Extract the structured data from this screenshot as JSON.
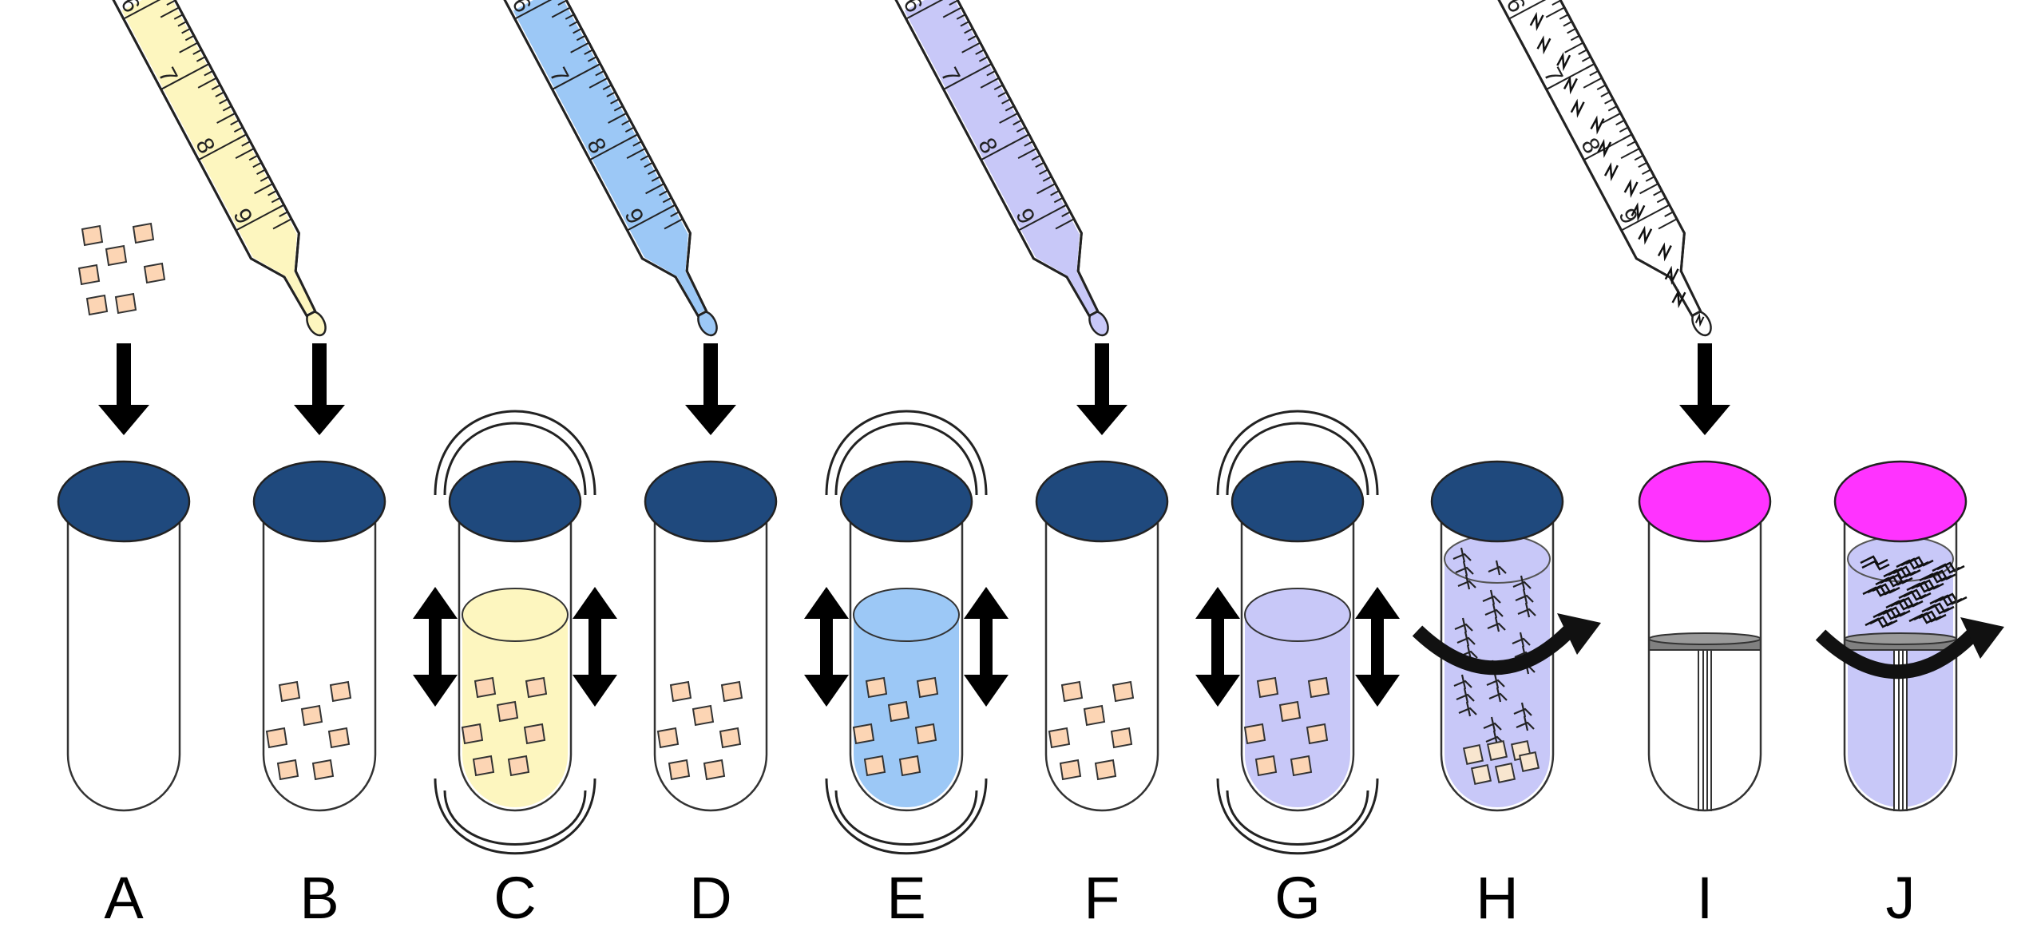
{
  "steps": [
    {
      "id": "A",
      "label": "A",
      "cap": "navy",
      "contents": "empty",
      "input": "pieces"
    },
    {
      "id": "B",
      "label": "B",
      "cap": "navy",
      "contents": "pieces",
      "input": "pipette",
      "pipette_color": "#fdf6bf"
    },
    {
      "id": "C",
      "label": "C",
      "cap": "navy",
      "contents": "liquid",
      "liquid_color": "#fdf6bf",
      "motion": "shake"
    },
    {
      "id": "D",
      "label": "D",
      "cap": "navy",
      "contents": "pieces",
      "input": "pipette",
      "pipette_color": "#9cc8f6"
    },
    {
      "id": "E",
      "label": "E",
      "cap": "navy",
      "contents": "liquid",
      "liquid_color": "#9cc8f6",
      "motion": "shake"
    },
    {
      "id": "F",
      "label": "F",
      "cap": "navy",
      "contents": "pieces",
      "input": "pipette",
      "pipette_color": "#c8c8f8"
    },
    {
      "id": "G",
      "label": "G",
      "cap": "navy",
      "contents": "liquid",
      "liquid_color": "#c8c8f8",
      "motion": "shake"
    },
    {
      "id": "H",
      "label": "H",
      "cap": "navy",
      "contents": "fibers",
      "liquid_color": "#c8c8f8",
      "motion": "rotate"
    },
    {
      "id": "I",
      "label": "I",
      "cap": "magenta",
      "contents": "filter",
      "input": "pipette",
      "pipette_color": "#ffffff",
      "pipette_fibers": true
    },
    {
      "id": "J",
      "label": "J",
      "cap": "magenta",
      "contents": "filter-fibers",
      "liquid_color": "#c8c8f8",
      "motion": "rotate"
    }
  ],
  "pipette_scale": [
    "6",
    "7",
    "8",
    "9"
  ],
  "colors": {
    "navy_cap": "#1f497d",
    "magenta_cap": "#ff33ff",
    "piece_fill": "#fcd5b4",
    "piece_stroke": "#333333",
    "arrow": "#000000"
  }
}
